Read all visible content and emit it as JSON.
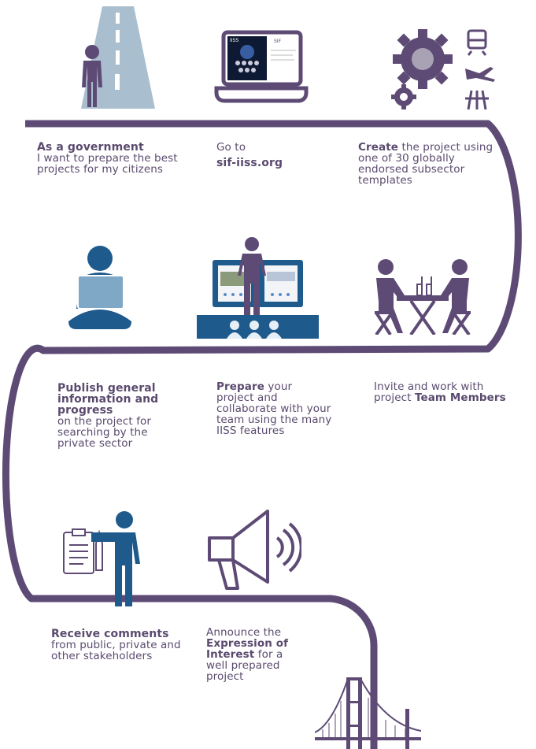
{
  "colors": {
    "path": "#5e4b75",
    "purple": "#5e4b75",
    "blue": "#1f5a8c",
    "road": "#a9bfcf",
    "text": "#5a4a6e"
  },
  "steps": {
    "s1": {
      "bold": "As a government",
      "rest": "I want to prepare the best projects for my citizens"
    },
    "s2": {
      "line1": "Go to",
      "bold": "sif-iiss.org"
    },
    "s3": {
      "bold": "Create",
      "rest": "the project using one of 30 globally endorsed subsector  templates"
    },
    "s4": {
      "bold": "Prepare",
      "rest1": " your",
      "rest2": "project and collaborate with your team using the many IISS features"
    },
    "s5": {
      "bold": "Publish general information and progress",
      "rest": "on the project for searching by the private sector"
    },
    "s6": {
      "line1": "Invite and work with",
      "line2a": "project ",
      "bold": "Team Members"
    },
    "s7": {
      "bold": "Receive comments",
      "rest": "from public, private and other stakeholders"
    },
    "s8": {
      "line1": "Announce the",
      "bold": "Expression of Interest",
      "rest1": " for a",
      "rest2": "well prepared project"
    }
  },
  "laptop_screen": {
    "logo": "IISS",
    "brand": "SIF"
  },
  "icons": [
    "road-icon",
    "laptop-icon",
    "gear-transport-icon",
    "person-laptop-icon",
    "presenter-icon",
    "team-meeting-icon",
    "clipboard-person-icon",
    "megaphone-icon",
    "bridge-icon"
  ]
}
